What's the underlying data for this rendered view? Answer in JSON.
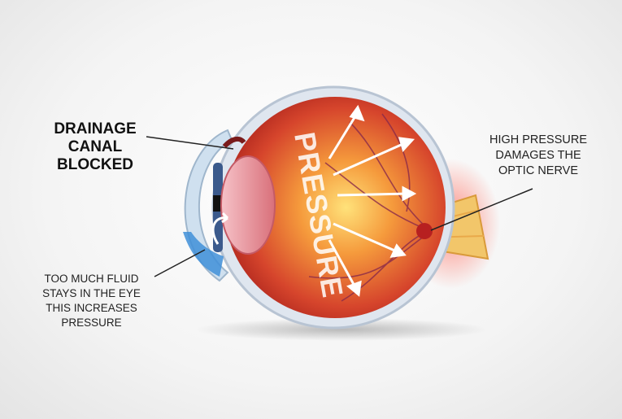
{
  "labels": {
    "drainage": [
      "DRAINAGE",
      "CANAL",
      "BLOCKED"
    ],
    "high_pressure": [
      "HIGH PRESSURE",
      "DAMAGES THE",
      "OPTIC NERVE"
    ],
    "fluid": [
      "TOO MUCH FLUID",
      "STAYS IN THE EYE",
      "THIS INCREASES",
      "PRESSURE"
    ],
    "pressure_word": "PRESSURE"
  },
  "colors": {
    "eye_red": "#d2402a",
    "glow": "#ffd36a",
    "nerve": "#f2c66a",
    "fluid": "#3f8fd8"
  }
}
